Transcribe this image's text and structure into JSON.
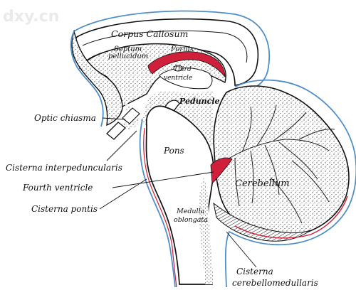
{
  "watermark": "dxy.cn",
  "colors": {
    "outline_blue": "#4f8fc8",
    "ventricle_red": "#cf1f3a",
    "ink": "#111111",
    "stipple": "#555555"
  },
  "labels": {
    "corpus_callosum": "Corpus Callosum",
    "septum_line1": "Septum",
    "septum_line2": "pellucidum",
    "fornix": "Fornix",
    "third_line1": "Third",
    "third_line2": "ventricle",
    "peduncle": "Peduncle",
    "pons": "Pons",
    "cerebellum": "Cerebellum",
    "medulla_line1": "Medulla",
    "medulla_line2": "oblongata",
    "optic_chiasma": "Optic chiasma",
    "cisterna_interpeduncularis": "Cisterna interpeduncularis",
    "fourth_ventricle": "Fourth ventricle",
    "cisterna_pontis": "Cisterna pontis",
    "cisterna_cm_line1": "Cisterna",
    "cisterna_cm_line2": "cerebellomedullaris"
  }
}
